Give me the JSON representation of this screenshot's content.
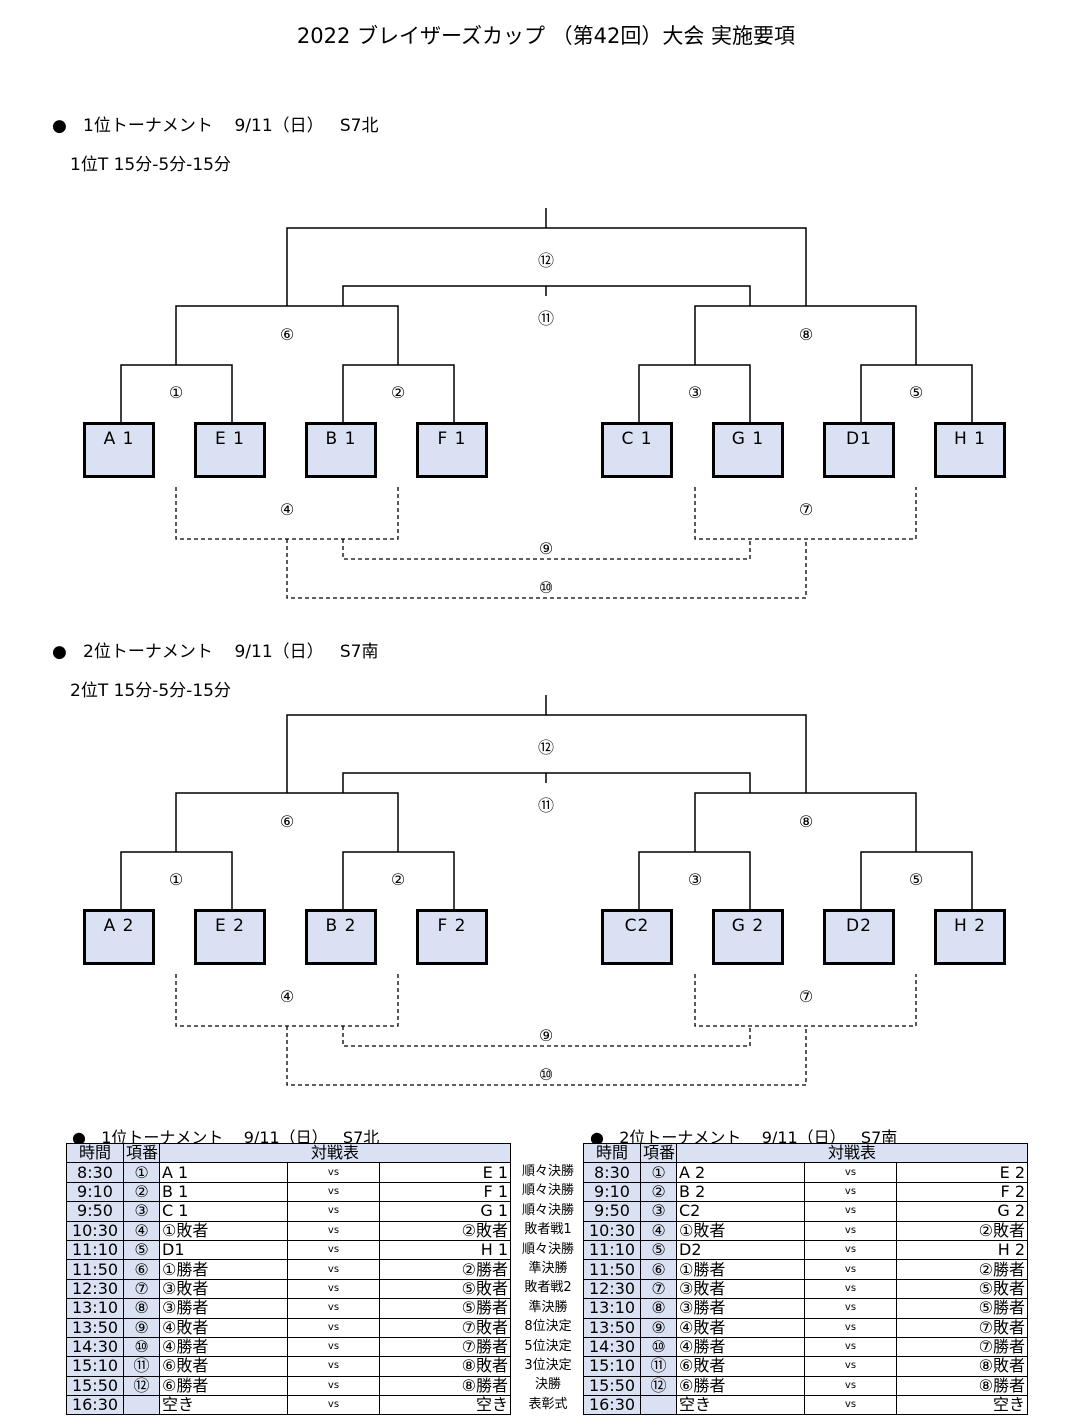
{
  "title": "2022  ブレイザーズカップ  （第42回）大会  実施要項",
  "tournament1": {
    "header": "●   1位トーナメント    9/11（日）   S7北",
    "format": "1位T 15分-5分-15分",
    "teams": [
      "A 1",
      "E 1",
      "B 1",
      "F 1",
      "C 1",
      "G 1",
      "D1",
      "H 1"
    ]
  },
  "tournament2": {
    "header": "●   2位トーナメント    9/11（日）   S7南",
    "format": "2位T 15分-5分-15分",
    "teams": [
      "A 2",
      "E 2",
      "B 2",
      "F 2",
      "C2",
      "G 2",
      "D2",
      "H 2"
    ]
  },
  "match_labels": [
    "①",
    "②",
    "③",
    "④",
    "⑤",
    "⑥",
    "⑦",
    "⑧",
    "⑨",
    "⑩",
    "⑪",
    "⑫"
  ],
  "schedule": {
    "headers": [
      "時間",
      "項番",
      "対戦表"
    ],
    "left_title": "●   1位トーナメント    9/11（日）   S7北",
    "right_title": "●   2位トーナメント    9/11（日）   S7南",
    "vs": "vs",
    "left_rows": [
      {
        "time": "8:30",
        "no": "①",
        "a": "A 1",
        "b": "E 1"
      },
      {
        "time": "9:10",
        "no": "②",
        "a": "B 1",
        "b": "F 1"
      },
      {
        "time": "9:50",
        "no": "③",
        "a": "C 1",
        "b": "G 1"
      },
      {
        "time": "10:30",
        "no": "④",
        "a": "①敗者",
        "b": "②敗者"
      },
      {
        "time": "11:10",
        "no": "⑤",
        "a": "D1",
        "b": "H 1"
      },
      {
        "time": "11:50",
        "no": "⑥",
        "a": "①勝者",
        "b": "②勝者"
      },
      {
        "time": "12:30",
        "no": "⑦",
        "a": "③敗者",
        "b": "⑤敗者"
      },
      {
        "time": "13:10",
        "no": "⑧",
        "a": "③勝者",
        "b": "⑤勝者"
      },
      {
        "time": "13:50",
        "no": "⑨",
        "a": "④敗者",
        "b": "⑦敗者"
      },
      {
        "time": "14:30",
        "no": "⑩",
        "a": "④勝者",
        "b": "⑦勝者"
      },
      {
        "time": "15:10",
        "no": "⑪",
        "a": "⑥敗者",
        "b": "⑧敗者"
      },
      {
        "time": "15:50",
        "no": "⑫",
        "a": "⑥勝者",
        "b": "⑧勝者"
      },
      {
        "time": "16:30",
        "no": "",
        "a": "空き",
        "b": "空き"
      }
    ],
    "right_rows": [
      {
        "time": "8:30",
        "no": "①",
        "a": "A 2",
        "b": "E 2"
      },
      {
        "time": "9:10",
        "no": "②",
        "a": "B 2",
        "b": "F 2"
      },
      {
        "time": "9:50",
        "no": "③",
        "a": "C2",
        "b": "G 2"
      },
      {
        "time": "10:30",
        "no": "④",
        "a": "①敗者",
        "b": "②敗者"
      },
      {
        "time": "11:10",
        "no": "⑤",
        "a": "D2",
        "b": "H 2"
      },
      {
        "time": "11:50",
        "no": "⑥",
        "a": "①勝者",
        "b": "②勝者"
      },
      {
        "time": "12:30",
        "no": "⑦",
        "a": "③敗者",
        "b": "⑤敗者"
      },
      {
        "time": "13:10",
        "no": "⑧",
        "a": "③勝者",
        "b": "⑤勝者"
      },
      {
        "time": "13:50",
        "no": "⑨",
        "a": "④敗者",
        "b": "⑦敗者"
      },
      {
        "time": "14:30",
        "no": "⑩",
        "a": "④勝者",
        "b": "⑦勝者"
      },
      {
        "time": "15:10",
        "no": "⑪",
        "a": "⑥敗者",
        "b": "⑧敗者"
      },
      {
        "time": "15:50",
        "no": "⑫",
        "a": "⑥勝者",
        "b": "⑧勝者"
      },
      {
        "time": "16:30",
        "no": "",
        "a": "空き",
        "b": "空き"
      }
    ],
    "stages": [
      "順々決勝",
      "順々決勝",
      "順々決勝",
      "敗者戦1",
      "順々決勝",
      "準決勝",
      "敗者戦2",
      "準決勝",
      "8位決定",
      "5位決定",
      "3位決定",
      "決勝",
      "表彰式"
    ]
  }
}
